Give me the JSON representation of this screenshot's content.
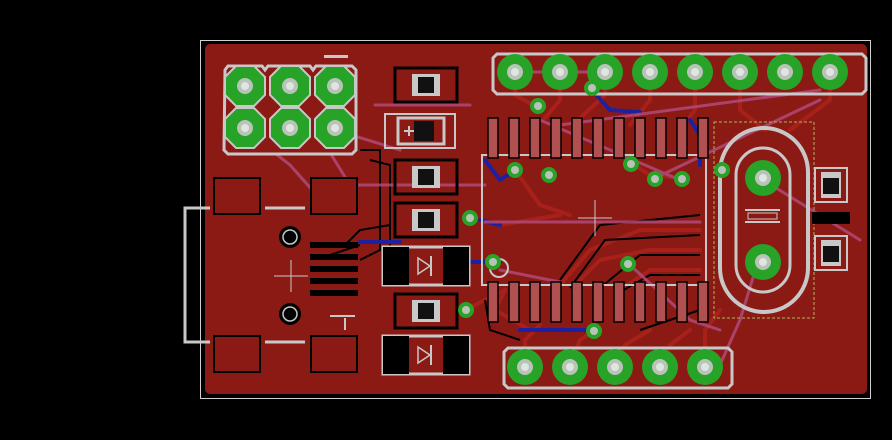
{
  "editor": {
    "view": "board",
    "background_color": "#000000"
  },
  "colors": {
    "top_copper": "#8c1a14",
    "top_copper_trace": "#9a1e18",
    "bottom_copper": "#1d20a0",
    "pad": "#27a327",
    "pad_hole": "#b9c3b9",
    "silkscreen": "#c8c8c8",
    "unrouted": "#b04a7a",
    "crystal_outline": "#aab55a",
    "board_outline": "#d0d0d0",
    "black": "#000000"
  },
  "components": [
    {
      "name": "pin-header-2x3",
      "kind": "header",
      "pins": 6
    },
    {
      "name": "pin-header-1x8",
      "kind": "header",
      "pins": 8
    },
    {
      "name": "pin-header-1x5",
      "kind": "header",
      "pins": 5
    },
    {
      "name": "soic-28-ic",
      "kind": "ic",
      "pins": 28
    },
    {
      "name": "crystal-hc49",
      "kind": "crystal",
      "pins": 2
    },
    {
      "name": "usb-mini-connector",
      "kind": "connector",
      "pins": 5
    },
    {
      "name": "smd-resistors",
      "kind": "resistor",
      "count": 5
    },
    {
      "name": "smd-diodes",
      "kind": "diode",
      "count": 2
    },
    {
      "name": "smd-capacitors",
      "kind": "capacitor",
      "count": 2
    },
    {
      "name": "vias",
      "kind": "via",
      "count": 13
    }
  ]
}
